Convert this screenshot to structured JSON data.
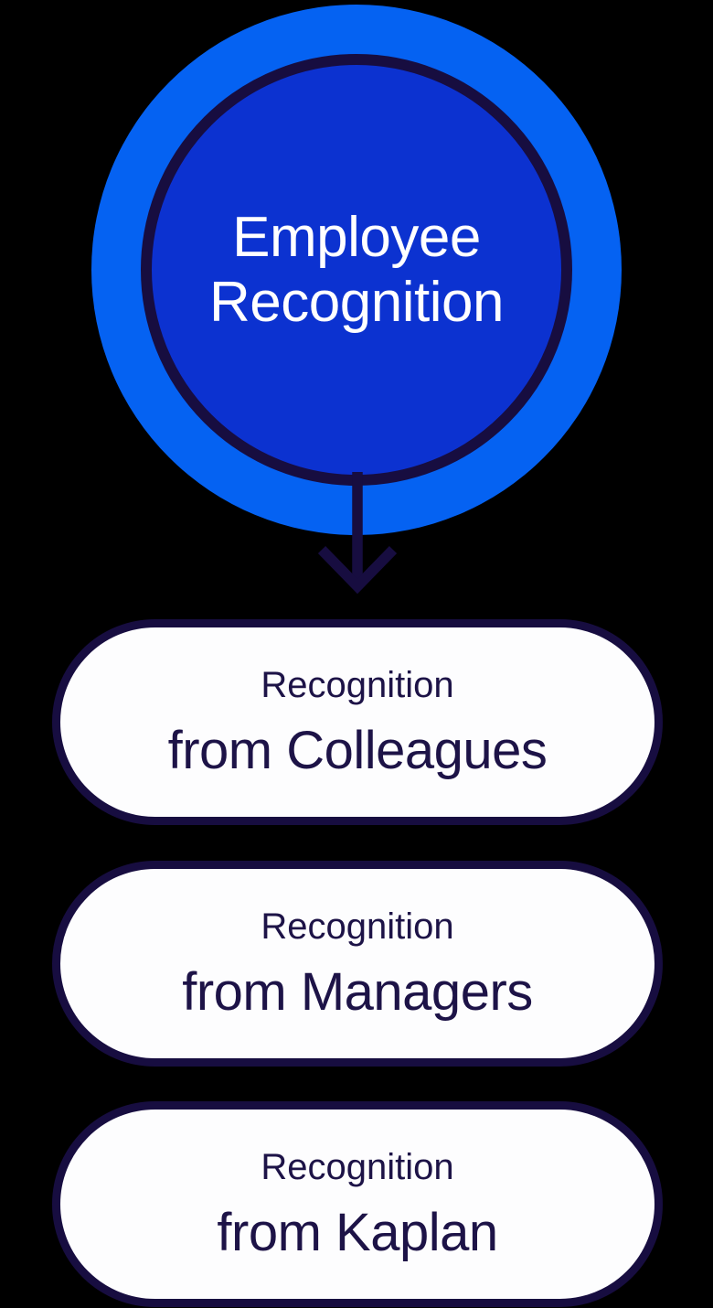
{
  "diagram": {
    "root": {
      "line1": "Employee",
      "line2": "Recognition"
    },
    "connector": {
      "type": "arrow-down"
    },
    "children": [
      {
        "line1": "Recognition",
        "line2": "from Colleagues"
      },
      {
        "line1": "Recognition",
        "line2": "from Managers"
      },
      {
        "line1": "Recognition",
        "line2": "from Kaplan"
      }
    ]
  },
  "colors": {
    "background": "#000000",
    "outer-ring": "#0562F2",
    "inner-circle": "#0C32D0",
    "navy": "#170D40",
    "pill-bg": "#FDFDFE",
    "text-navy": "#1D1347",
    "root-text": "#FFFFFF"
  }
}
